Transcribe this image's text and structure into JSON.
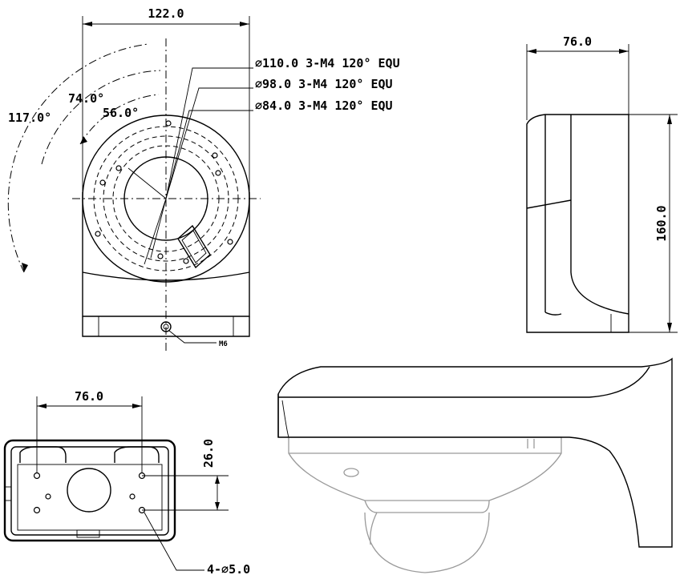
{
  "front_view": {
    "width_dim": "122.0",
    "angle_outer": "117.0°",
    "angle_mid": "74.0°",
    "angle_inner": "56.0°",
    "pcd_110": "∅110.0 3-M4 120° EQU",
    "pcd_98": "∅98.0 3-M4 120° EQU",
    "pcd_84": "∅84.0 3-M4 120° EQU",
    "thread": "M6"
  },
  "side_view": {
    "depth_dim": "76.0",
    "height_dim": "160.0"
  },
  "back_view": {
    "hole_spacing_h": "76.0",
    "hole_spacing_v": "26.0",
    "holes": "4-∅5.0"
  }
}
